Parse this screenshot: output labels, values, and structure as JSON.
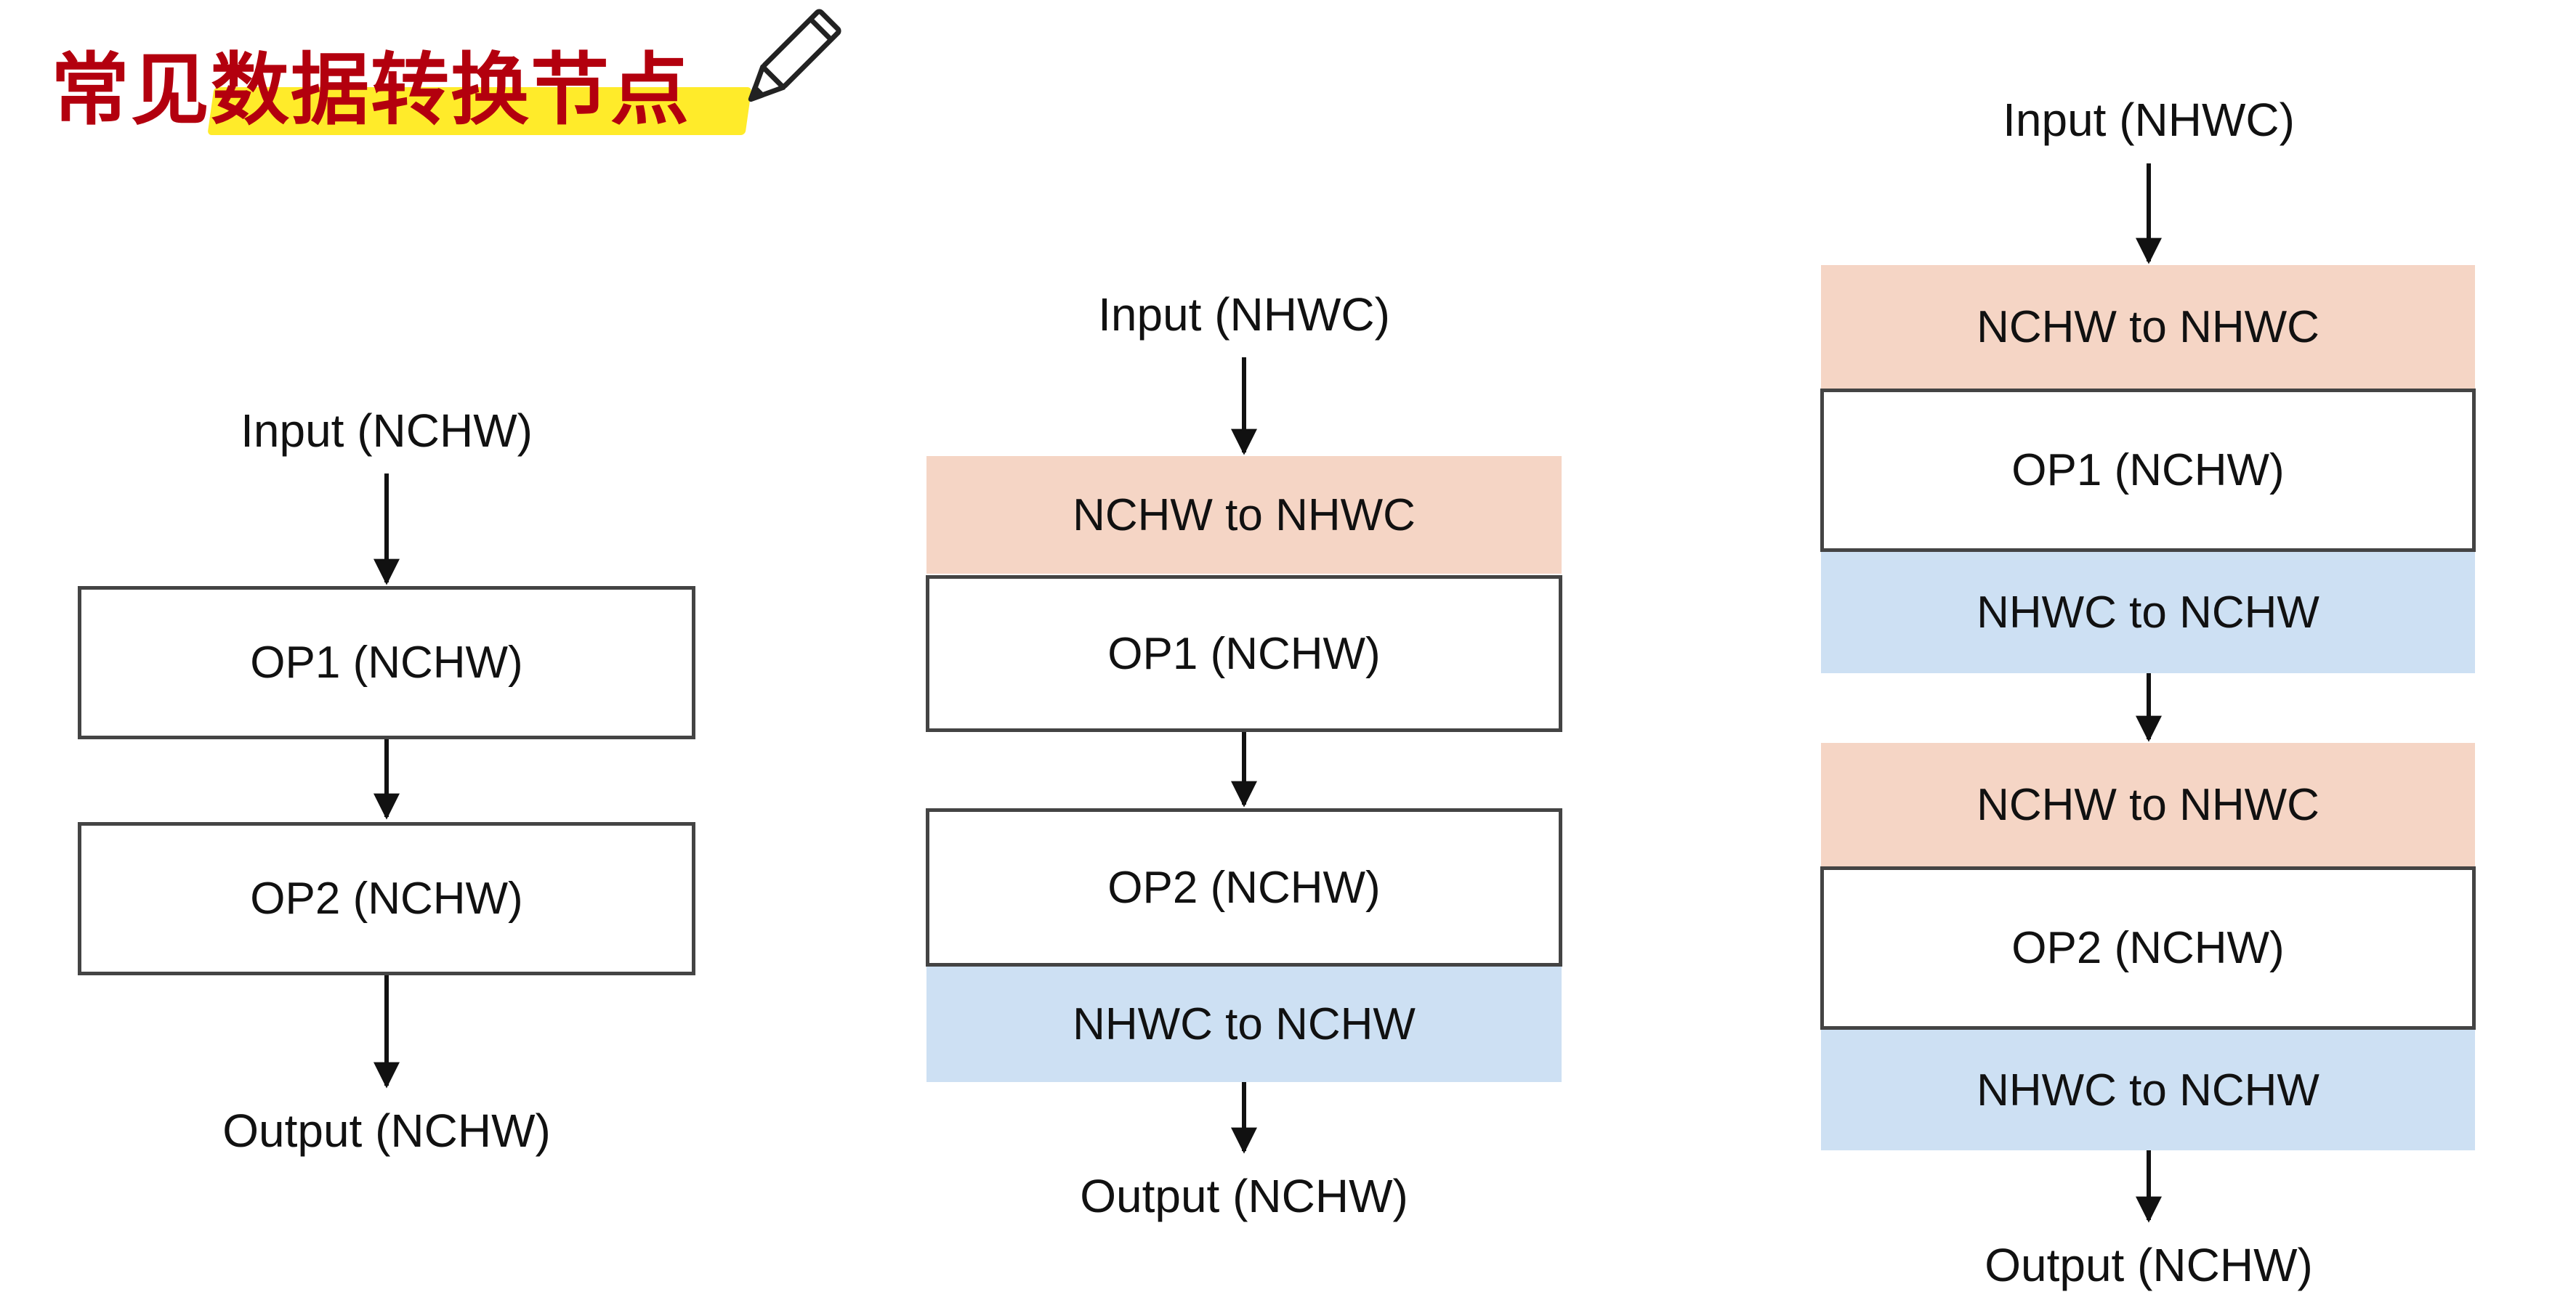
{
  "title": "常见数据转换节点",
  "icons": {
    "title_decoration": "pencil-icon"
  },
  "colors": {
    "title": "#b3000e",
    "title_highlight": "#ffeb2a",
    "to_nhwc_fill": "#f5d5c5",
    "to_nchw_fill": "#cde0f3",
    "op_border": "#444444"
  },
  "diagram_left": {
    "input": "Input (NCHW)",
    "op1": "OP1 (NCHW)",
    "op2": "OP2 (NCHW)",
    "output": "Output (NCHW)"
  },
  "diagram_middle": {
    "input": "Input (NHWC)",
    "to_nhwc": "NCHW to NHWC",
    "op1": "OP1 (NCHW)",
    "op2": "OP2 (NCHW)",
    "to_nchw": "NHWC to NCHW",
    "output": "Output (NCHW)"
  },
  "diagram_right": {
    "input": "Input (NHWC)",
    "to_nhwc_1": "NCHW to NHWC",
    "op1": "OP1 (NCHW)",
    "to_nchw_1": "NHWC to NCHW",
    "to_nhwc_2": "NCHW to NHWC",
    "op2": "OP2 (NCHW)",
    "to_nchw_2": "NHWC to NCHW",
    "output": "Output (NCHW)"
  }
}
